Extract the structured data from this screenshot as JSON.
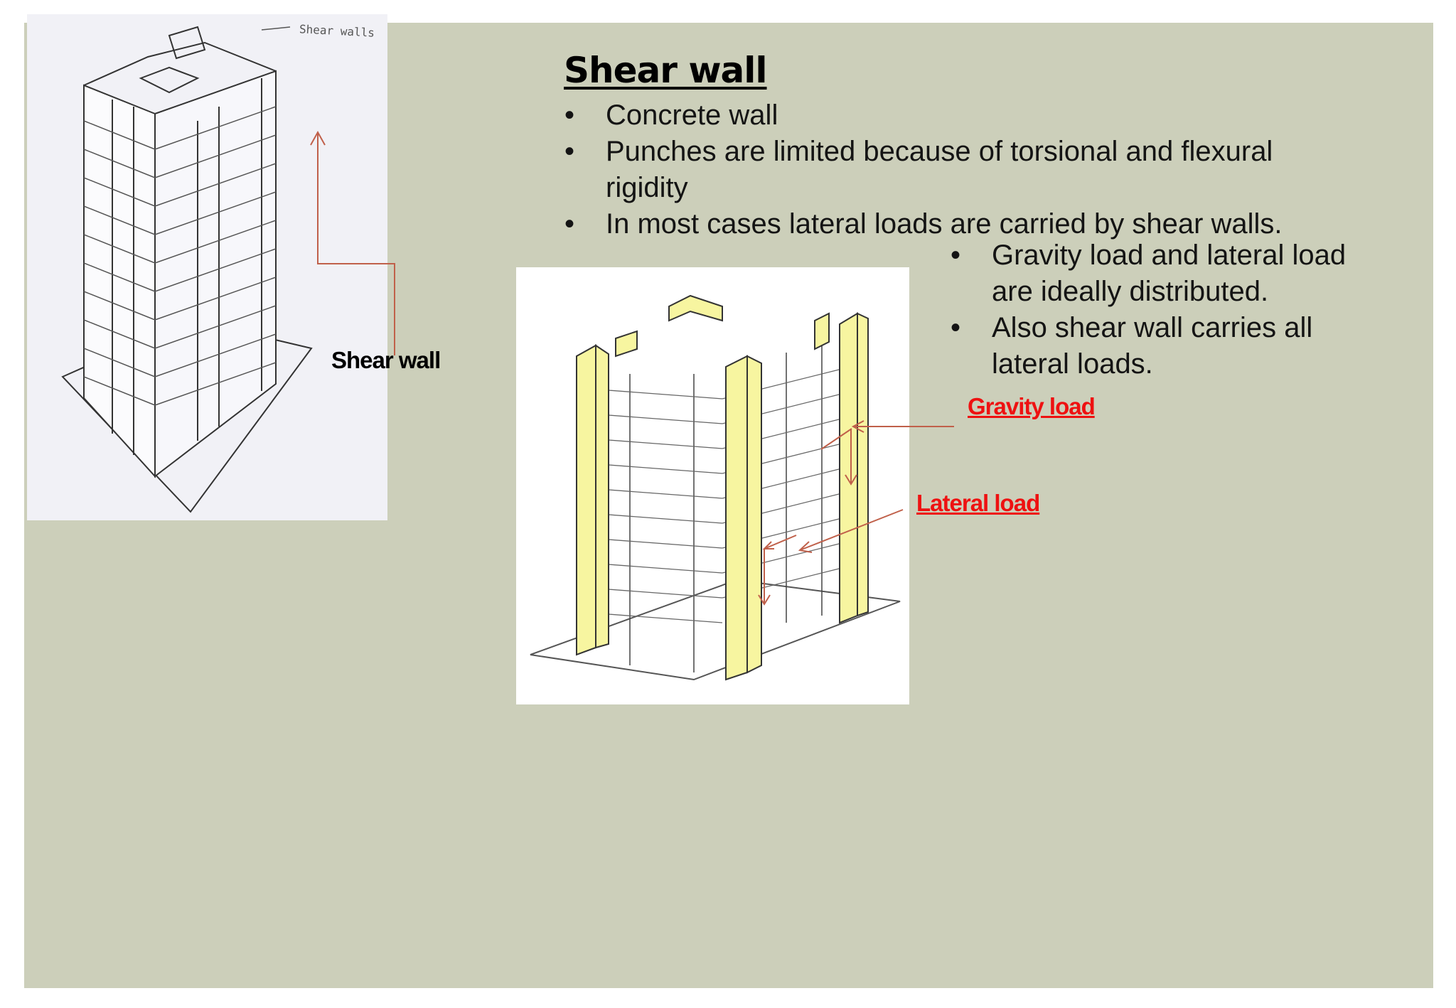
{
  "slide": {
    "title": "Shear wall",
    "bullets_main": [
      {
        "marker": "•",
        "text": "Concrete wall"
      },
      {
        "marker": "•",
        "text": "Punches are limited because of torsional and flexural rigidity"
      },
      {
        "marker": "•",
        "text": "In most cases lateral loads are carried by shear walls."
      }
    ],
    "bullets_side": [
      {
        "marker": "•",
        "text": "Gravity load and lateral load are ideally distributed."
      },
      {
        "marker": "•",
        "text": "Also shear wall carries all lateral loads."
      }
    ]
  },
  "figure_left": {
    "sketch_label": "Shear walls",
    "callout_label": "Shear wall"
  },
  "figure_right": {
    "gravity_label": "Gravity load",
    "lateral_label": "Lateral load"
  },
  "colors": {
    "slide_background": "#cccfba",
    "shear_wall_fill": "#f7f5a0",
    "arrow": "#c0604a",
    "red_label": "#ee1111"
  }
}
